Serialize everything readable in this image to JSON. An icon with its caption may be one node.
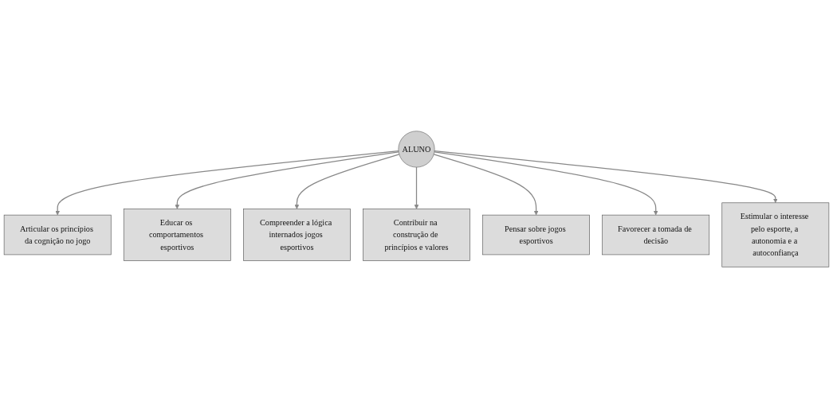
{
  "diagram": {
    "nodes": [
      {
        "text": [
          "Educar os comportamentos esportivos"
        ]
      },
      {
        "text": [
          "Articular os princípios da cognição no jogo"
        ]
      },
      {
        "text": [
          "Compreender a lógica internados jogos esportivos"
        ]
      },
      {
        "text": [
          "ALUNO"
        ]
      },
      {
        "text": [
          "Contribuir na construção de princípios e valores"
        ]
      },
      {
        "text": [
          "Pensar sobre jogos esportivos"
        ]
      },
      {
        "text": [
          "Favorecer a tomada de decisão"
        ]
      },
      {
        "text": [
          "Estimular o interesse pelo esporte, a autonomia e a autoconfiança"
        ]
      }
    ],
    "edges": [
      {
        "from": 3,
        "to": 1,
        "arrow": "to"
      },
      {
        "from": 3,
        "to": 0,
        "arrow": "to"
      },
      {
        "from": 3,
        "to": 2,
        "arrow": "to"
      },
      {
        "from": 3,
        "to": 4,
        "arrow": "to"
      },
      {
        "from": 3,
        "to": 5,
        "arrow": "to"
      },
      {
        "from": 3,
        "to": 6,
        "arrow": "to"
      },
      {
        "from": 3,
        "to": 7,
        "arrow": "to"
      }
    ]
  }
}
